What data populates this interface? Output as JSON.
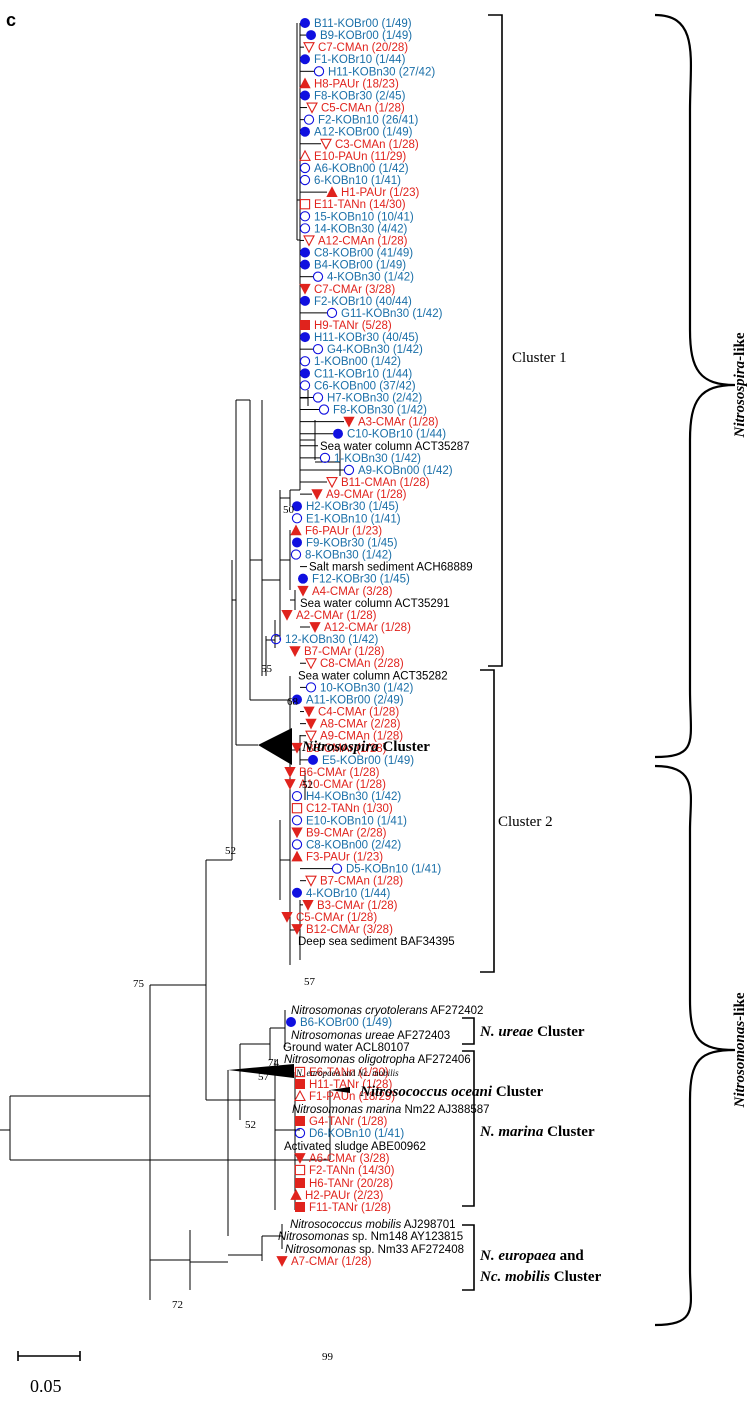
{
  "panel_letter": "c",
  "colors": {
    "blue": "#1a6fa8",
    "red": "#e0231d",
    "marker_blue": "#1010e0",
    "marker_red": "#e0231d",
    "black": "#000000"
  },
  "leaves": [
    {
      "text": "B11-KOBr00 (1/49)",
      "color": "blue",
      "marker": "circle-filled"
    },
    {
      "text": "B9-KOBr00 (1/49)",
      "color": "blue",
      "marker": "circle-filled"
    },
    {
      "text": "C7-CMAn (20/28)",
      "color": "red",
      "marker": "triangle-down-open"
    },
    {
      "text": "F1-KOBr10 (1/44)",
      "color": "blue",
      "marker": "circle-filled"
    },
    {
      "text": "H11-KOBn30 (27/42)",
      "color": "blue",
      "marker": "circle-open"
    },
    {
      "text": "H8-PAUr (18/23)",
      "color": "red",
      "marker": "triangle-up-filled"
    },
    {
      "text": "F8-KOBr30 (2/45)",
      "color": "blue",
      "marker": "circle-filled"
    },
    {
      "text": "C5-CMAn (1/28)",
      "color": "red",
      "marker": "triangle-down-open"
    },
    {
      "text": "F2-KOBn10 (26/41)",
      "color": "blue",
      "marker": "circle-open"
    },
    {
      "text": "A12-KOBr00 (1/49)",
      "color": "blue",
      "marker": "circle-filled"
    },
    {
      "text": "C3-CMAn (1/28)",
      "color": "red",
      "marker": "triangle-down-open"
    },
    {
      "text": "E10-PAUn (11/29)",
      "color": "red",
      "marker": "triangle-up-open"
    },
    {
      "text": "A6-KOBn00 (1/42)",
      "color": "blue",
      "marker": "circle-open"
    },
    {
      "text": "6-KOBn10 (1/41)",
      "color": "blue",
      "marker": "circle-open"
    },
    {
      "text": "H1-PAUr (1/23)",
      "color": "red",
      "marker": "triangle-up-filled"
    },
    {
      "text": "E11-TANn (14/30)",
      "color": "red",
      "marker": "square-open"
    },
    {
      "text": "15-KOBn10 (10/41)",
      "color": "blue",
      "marker": "circle-open"
    },
    {
      "text": "14-KOBn30 (4/42)",
      "color": "blue",
      "marker": "circle-open"
    },
    {
      "text": "A12-CMAn (1/28)",
      "color": "red",
      "marker": "triangle-down-open"
    },
    {
      "text": "C8-KOBr00 (41/49)",
      "color": "blue",
      "marker": "circle-filled"
    },
    {
      "text": "B4-KOBr00 (1/49)",
      "color": "blue",
      "marker": "circle-filled"
    },
    {
      "text": "4-KOBn30 (1/42)",
      "color": "blue",
      "marker": "circle-open"
    },
    {
      "text": "C7-CMAr (3/28)",
      "color": "red",
      "marker": "triangle-down-filled"
    },
    {
      "text": "F2-KOBr10 (40/44)",
      "color": "blue",
      "marker": "circle-filled"
    },
    {
      "text": "G11-KOBn30 (1/42)",
      "color": "blue",
      "marker": "circle-open"
    },
    {
      "text": "H9-TANr (5/28)",
      "color": "red",
      "marker": "square-filled"
    },
    {
      "text": "H11-KOBr30 (40/45)",
      "color": "blue",
      "marker": "circle-filled"
    },
    {
      "text": "G4-KOBn30 (1/42)",
      "color": "blue",
      "marker": "circle-open"
    },
    {
      "text": "1-KOBn00 (1/42)",
      "color": "blue",
      "marker": "circle-open"
    },
    {
      "text": "C11-KOBr10 (1/44)",
      "color": "blue",
      "marker": "circle-filled"
    },
    {
      "text": "C6-KOBn00 (37/42)",
      "color": "blue",
      "marker": "circle-open"
    },
    {
      "text": "H7-KOBn30 (2/42)",
      "color": "blue",
      "marker": "circle-open"
    },
    {
      "text": "F8-KOBn30 (1/42)",
      "color": "blue",
      "marker": "circle-open"
    },
    {
      "text": "A3-CMAr (1/28)",
      "color": "red",
      "marker": "triangle-down-filled"
    },
    {
      "text": "C10-KOBr10 (1/44)",
      "color": "blue",
      "marker": "circle-filled"
    },
    {
      "text": "Sea water column ACT35287",
      "color": "black",
      "marker": "none"
    },
    {
      "text": "1-KOBn30 (1/42)",
      "color": "blue",
      "marker": "circle-open"
    },
    {
      "text": "A9-KOBn00 (1/42)",
      "color": "blue",
      "marker": "circle-open"
    },
    {
      "text": "B11-CMAn (1/28)",
      "color": "red",
      "marker": "triangle-down-open"
    },
    {
      "text": "A9-CMAr (1/28)",
      "color": "red",
      "marker": "triangle-down-filled"
    },
    {
      "text": "H2-KOBr30 (1/45)",
      "color": "blue",
      "marker": "circle-filled"
    },
    {
      "text": "E1-KOBn10 (1/41)",
      "color": "blue",
      "marker": "circle-open"
    },
    {
      "text": "F6-PAUr (1/23)",
      "color": "red",
      "marker": "triangle-up-filled"
    },
    {
      "text": "F9-KOBr30 (1/45)",
      "color": "blue",
      "marker": "circle-filled"
    },
    {
      "text": "8-KOBn30 (1/42)",
      "color": "blue",
      "marker": "circle-open"
    },
    {
      "text": "Salt marsh sediment ACH68889",
      "color": "black",
      "marker": "none"
    },
    {
      "text": "F12-KOBr30 (1/45)",
      "color": "blue",
      "marker": "circle-filled"
    },
    {
      "text": "A4-CMAr (3/28)",
      "color": "red",
      "marker": "triangle-down-filled"
    },
    {
      "text": "Sea water column ACT35291",
      "color": "black",
      "marker": "none"
    },
    {
      "text": "A2-CMAr (1/28)",
      "color": "red",
      "marker": "triangle-down-filled"
    },
    {
      "text": "A12-CMAr (1/28)",
      "color": "red",
      "marker": "triangle-down-filled"
    },
    {
      "text": "12-KOBn30 (1/42)",
      "color": "blue",
      "marker": "circle-open"
    },
    {
      "text": "B7-CMAr (1/28)",
      "color": "red",
      "marker": "triangle-down-filled"
    },
    {
      "text": "C8-CMAn (2/28)",
      "color": "red",
      "marker": "triangle-down-open"
    },
    {
      "text": "Sea water column ACT35282",
      "color": "black",
      "marker": "none"
    },
    {
      "text": "10-KOBn30 (1/42)",
      "color": "blue",
      "marker": "circle-open"
    },
    {
      "text": "A11-KOBr00 (2/49)",
      "color": "blue",
      "marker": "circle-filled"
    },
    {
      "text": "C4-CMAr (1/28)",
      "color": "red",
      "marker": "triangle-down-filled"
    },
    {
      "text": "A8-CMAr (2/28)",
      "color": "red",
      "marker": "triangle-down-filled"
    },
    {
      "text": "A9-CMAn (1/28)",
      "color": "red",
      "marker": "triangle-down-open"
    },
    {
      "text": "B8-CMAr (1/28)",
      "color": "red",
      "marker": "triangle-down-filled"
    },
    {
      "text": "E5-KOBr00 (1/49)",
      "color": "blue",
      "marker": "circle-filled"
    },
    {
      "text": "B6-CMAr (1/28)",
      "color": "red",
      "marker": "triangle-down-filled"
    },
    {
      "text": "A10-CMAr (1/28)",
      "color": "red",
      "marker": "triangle-down-filled"
    },
    {
      "text": "H4-KOBn30 (1/42)",
      "color": "blue",
      "marker": "circle-open"
    },
    {
      "text": "C12-TANn (1/30)",
      "color": "red",
      "marker": "square-open"
    },
    {
      "text": "E10-KOBn10 (1/41)",
      "color": "blue",
      "marker": "circle-open"
    },
    {
      "text": "B9-CMAr (2/28)",
      "color": "red",
      "marker": "triangle-down-filled"
    },
    {
      "text": "C8-KOBn00 (2/42)",
      "color": "blue",
      "marker": "circle-open"
    },
    {
      "text": "F3-PAUr (1/23)",
      "color": "red",
      "marker": "triangle-up-filled"
    },
    {
      "text": "D5-KOBn10 (1/41)",
      "color": "blue",
      "marker": "circle-open"
    },
    {
      "text": "B7-CMAn (1/28)",
      "color": "red",
      "marker": "triangle-down-open"
    },
    {
      "text": "4-KOBr10 (1/44)",
      "color": "blue",
      "marker": "circle-filled"
    },
    {
      "text": "B3-CMAr (1/28)",
      "color": "red",
      "marker": "triangle-down-filled"
    },
    {
      "text": "C5-CMAr (1/28)",
      "color": "red",
      "marker": "triangle-down-filled"
    },
    {
      "text": "B12-CMAr (3/28)",
      "color": "red",
      "marker": "triangle-down-filled"
    },
    {
      "text": "Deep sea sediment BAF34395",
      "color": "black",
      "marker": "none"
    }
  ],
  "nitrosomonas_leaves": [
    {
      "italic": "Nitrosomonas cryotolerans",
      "rest": " AF272402",
      "color": "black",
      "marker": "none"
    },
    {
      "italic": "",
      "rest": "B6-KOBr00 (1/49)",
      "color": "blue",
      "marker": "circle-filled"
    },
    {
      "italic": "Nitrosomonas ureae",
      "rest": " AF272403",
      "color": "black",
      "marker": "none"
    },
    {
      "italic": "",
      "rest": "Ground water ACL80107",
      "color": "black",
      "marker": "none"
    },
    {
      "italic": "Nitrosomonas oligotropha",
      "rest": " AF272406",
      "color": "black",
      "marker": "none"
    },
    {
      "italic": "",
      "rest": "E6-TANn (1/30)",
      "color": "red",
      "marker": "square-open"
    },
    {
      "italic": "",
      "rest": "H11-TANr (1/28)",
      "color": "red",
      "marker": "square-filled"
    },
    {
      "italic": "",
      "rest": "F1-PAUn (18/29)",
      "color": "red",
      "marker": "triangle-up-open"
    },
    {
      "italic": "Nitrosomonas marina",
      "rest": " Nm22 AJ388587",
      "color": "black",
      "marker": "none"
    },
    {
      "italic": "",
      "rest": "G4-TANr (1/28)",
      "color": "red",
      "marker": "square-filled"
    },
    {
      "italic": "",
      "rest": "D6-KOBn10 (1/41)",
      "color": "blue",
      "marker": "circle-open"
    },
    {
      "italic": "",
      "rest": "Activated sludge ABE00962",
      "color": "black",
      "marker": "none"
    },
    {
      "italic": "",
      "rest": "A6-CMAr (3/28)",
      "color": "red",
      "marker": "triangle-down-filled"
    },
    {
      "italic": "",
      "rest": "F2-TANn (14/30)",
      "color": "red",
      "marker": "square-open"
    },
    {
      "italic": "",
      "rest": "H6-TANr (20/28)",
      "color": "red",
      "marker": "square-filled"
    },
    {
      "italic": "",
      "rest": "H2-PAUr (2/23)",
      "color": "red",
      "marker": "triangle-up-filled"
    },
    {
      "italic": "",
      "rest": "F11-TANr (1/28)",
      "color": "red",
      "marker": "square-filled"
    },
    {
      "italic": "Nitrosococcus mobilis",
      "rest": " AJ298701",
      "color": "black",
      "marker": "none"
    },
    {
      "italic": "Nitrosomonas",
      "rest": " sp. Nm148 AY123815",
      "color": "black",
      "marker": "none"
    },
    {
      "italic": "Nitrosomonas",
      "rest": " sp. Nm33 AF272408",
      "color": "black",
      "marker": "none"
    },
    {
      "italic": "",
      "rest": "A7-CMAr (1/28)",
      "color": "red",
      "marker": "triangle-down-filled"
    }
  ],
  "collapsed": {
    "nitrosospira": {
      "italic": "Nitrosospira",
      "rest": " Cluster"
    },
    "europaea": {
      "italic1": "N. europaea",
      "mid": " and ",
      "italic2": "Nc. mobilis"
    },
    "oceani": {
      "italic": "Nitrosococcus oceani",
      "rest": " Cluster"
    }
  },
  "bootstrap": [
    "50",
    "55",
    "68",
    "52",
    "57",
    "52",
    "75",
    "74",
    "57",
    "52",
    "72",
    "99"
  ],
  "clusters": {
    "cluster1": "Cluster 1",
    "cluster2": "Cluster 2",
    "ureae": {
      "italic": "N. ureae",
      "rest": " Cluster"
    },
    "marina": {
      "italic": "N. marina",
      "rest": " Cluster"
    },
    "europaea_line1": {
      "italic": "N. europaea",
      "rest": " and"
    },
    "europaea_line2": {
      "italic": "Nc. mobilis",
      "rest": " Cluster"
    }
  },
  "groups": {
    "nitrosospira_like": {
      "italic": "Nitrosospira",
      "rest": "-like"
    },
    "nitrosomonas_like": {
      "italic": "Nitrosomonas",
      "rest": "-like"
    }
  },
  "scale_bar": "0.05"
}
